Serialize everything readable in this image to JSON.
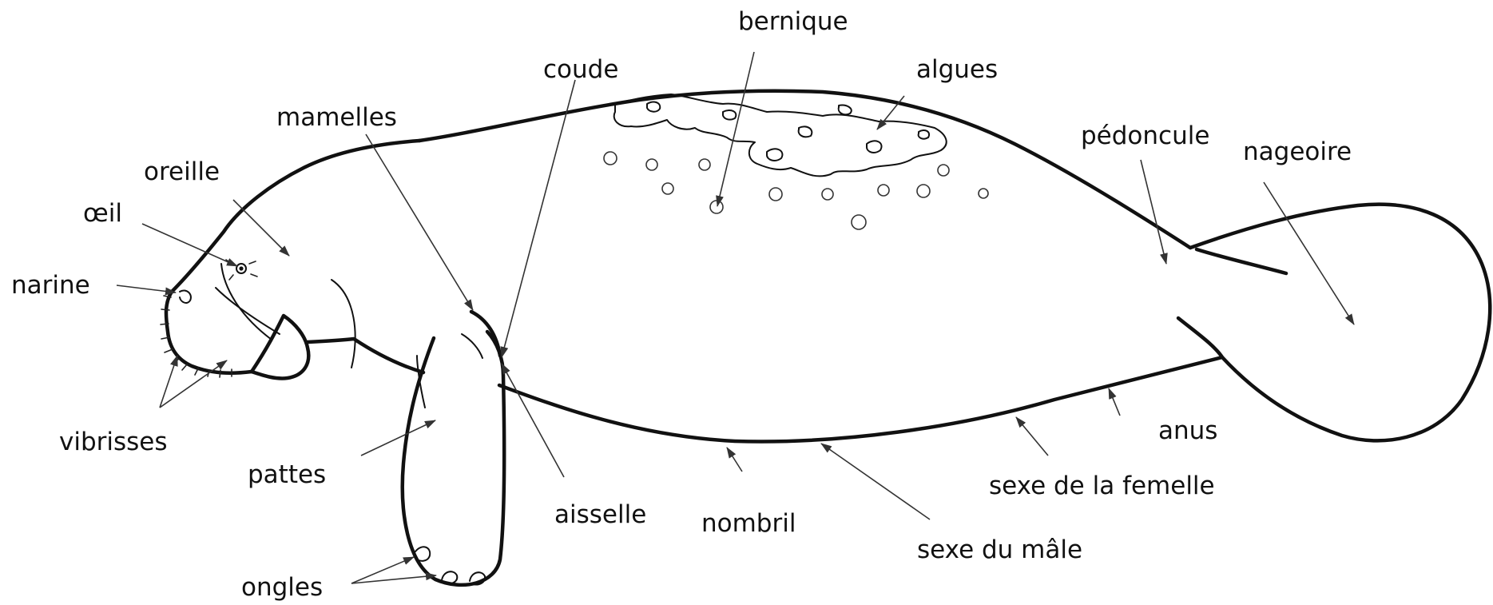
{
  "labels": {
    "bernique": "bernique",
    "coude": "coude",
    "algues": "algues",
    "mamelles": "mamelles",
    "pedoncule": "pédoncule",
    "nageoire": "nageoire",
    "oreille": "oreille",
    "oeil": "œil",
    "narine": "narine",
    "vibrisses": "vibrisses",
    "pattes": "pattes",
    "aisselle": "aisselle",
    "nombril": "nombril",
    "anus": "anus",
    "sexe_femelle": "sexe de la femelle",
    "sexe_male": "sexe du mâle",
    "ongles": "ongles"
  }
}
